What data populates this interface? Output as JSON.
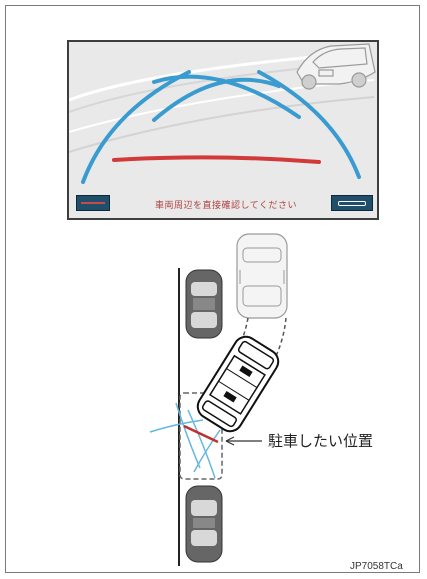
{
  "camera_screen": {
    "guide_message": "車両周辺を直接確認してください",
    "left_button_icon": "guide-line-toggle-icon",
    "right_button_icon": "camera-view-icon",
    "colors": {
      "guide_line_blue": "#3a9bd0",
      "distance_line_red": "#d23a3a",
      "screen_background": "#e9e9e9",
      "button_background": "#1f4f6b"
    }
  },
  "diagram": {
    "callout_label": "駐車したい位置",
    "colors": {
      "guide_line_blue": "#63b8e0",
      "target_red": "#c03030",
      "dashed_outline": "#555555"
    }
  },
  "figure_code": "JP7058TCa"
}
